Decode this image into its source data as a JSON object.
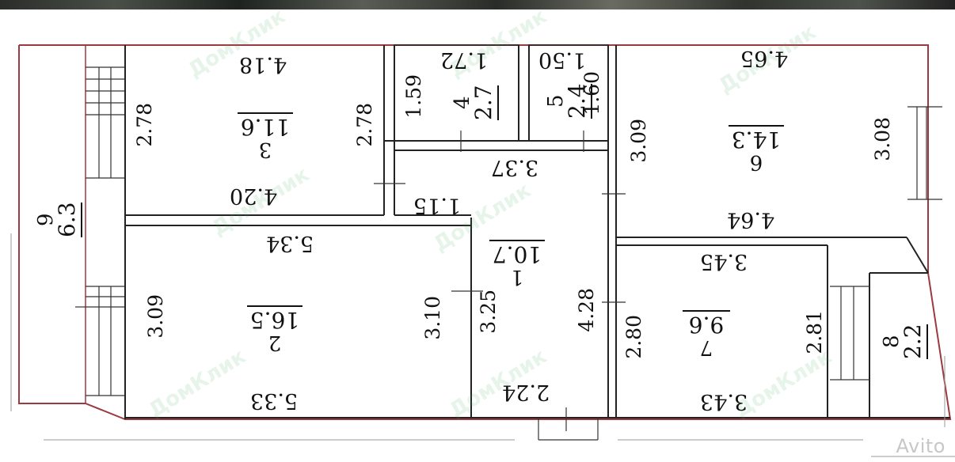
{
  "watermark": "Avito",
  "brand_watermark": "ДомКлик",
  "rooms": [
    {
      "number": "1",
      "area": "10.7"
    },
    {
      "number": "2",
      "area": "16.5"
    },
    {
      "number": "3",
      "area": "11.6"
    },
    {
      "number": "4",
      "area": "2.7"
    },
    {
      "number": "5",
      "area": "2.4"
    },
    {
      "number": "6",
      "area": "14.3"
    },
    {
      "number": "7",
      "area": "9.6"
    },
    {
      "number": "8",
      "area": "2.2"
    },
    {
      "number": "9",
      "area": "6.3"
    }
  ],
  "dimensions": {
    "r3_top": "4.18",
    "r3_left": "2.78",
    "r3_right": "2.78",
    "r3_bottom": "4.20",
    "r4_top": "1.72",
    "r4_side": "1.59",
    "r5_top": "1.50",
    "r5_side": "1.60",
    "r6_top": "4.65",
    "r6_left": "3.09",
    "r6_right": "3.08",
    "r6_bottom": "4.64",
    "r1_top": "3.37",
    "r1_nook": "1.15",
    "r1_left": "3.25",
    "r1_right": "4.28",
    "r1_bottom": "2.24",
    "r2_top": "5.34",
    "r2_left": "3.09",
    "r2_right": "3.10",
    "r2_bottom": "5.33",
    "r7_top": "3.45",
    "r7_left": "2.80",
    "r7_right": "2.81",
    "r7_bottom": "3.43"
  },
  "colors": {
    "outer_wall": "#9b3a40",
    "wall": "#222222",
    "watermark": "#c7c7c7"
  }
}
